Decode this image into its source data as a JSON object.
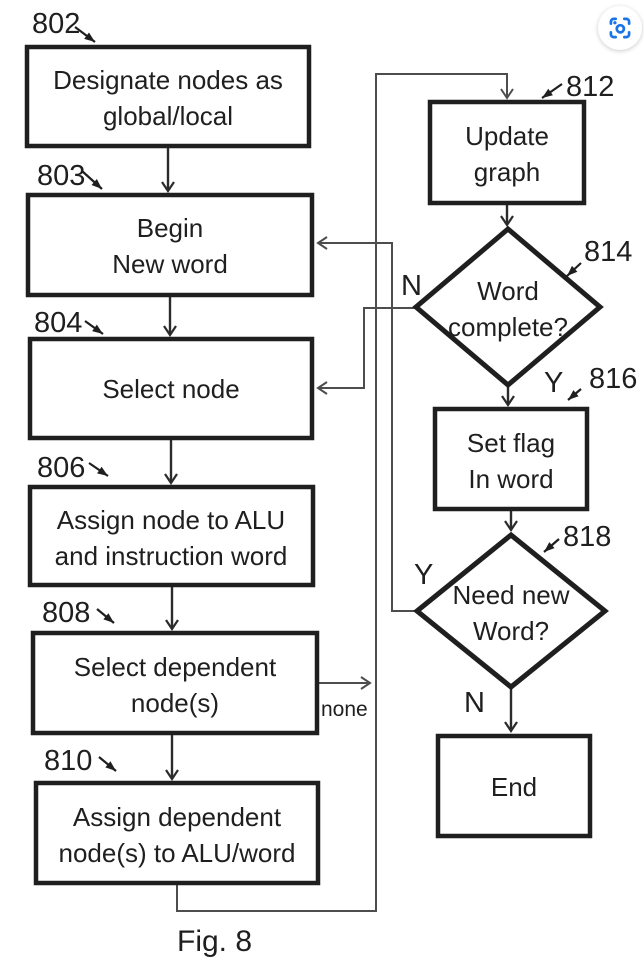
{
  "figure": {
    "caption": "Fig. 8"
  },
  "colors": {
    "accent_blue": "#1a73e8",
    "ink": "#1f1f1f",
    "feedback_line_gray": "#4d4d4d",
    "background": "#ffffff"
  },
  "icons": {
    "lens": "lens-icon"
  },
  "nodes": {
    "n802": {
      "ref": "802",
      "type": "process",
      "lines": [
        "Designate nodes as",
        "global/local"
      ]
    },
    "n803": {
      "ref": "803",
      "type": "process",
      "lines": [
        "Begin",
        "New word"
      ]
    },
    "n804": {
      "ref": "804",
      "type": "process",
      "lines": [
        "Select node"
      ]
    },
    "n806": {
      "ref": "806",
      "type": "process",
      "lines": [
        "Assign node to ALU",
        "and instruction word"
      ]
    },
    "n808": {
      "ref": "808",
      "type": "process",
      "lines": [
        "Select dependent",
        "node(s)"
      ]
    },
    "n810": {
      "ref": "810",
      "type": "process",
      "lines": [
        "Assign dependent",
        "node(s) to ALU/word"
      ]
    },
    "n812": {
      "ref": "812",
      "type": "process",
      "lines": [
        "Update",
        "graph"
      ]
    },
    "n814": {
      "ref": "814",
      "type": "decision",
      "lines": [
        "Word",
        "complete?"
      ]
    },
    "n816": {
      "ref": "816",
      "type": "process",
      "lines": [
        "Set flag",
        "In word"
      ]
    },
    "n818": {
      "ref": "818",
      "type": "decision",
      "lines": [
        "Need new",
        "Word?"
      ]
    },
    "end": {
      "type": "terminal",
      "lines": [
        "End"
      ]
    }
  },
  "edge_labels": {
    "word_complete_no": "N",
    "word_complete_yes": "Y",
    "need_new_word_yes": "Y",
    "need_new_word_no": "N",
    "no_dependents": "none"
  }
}
